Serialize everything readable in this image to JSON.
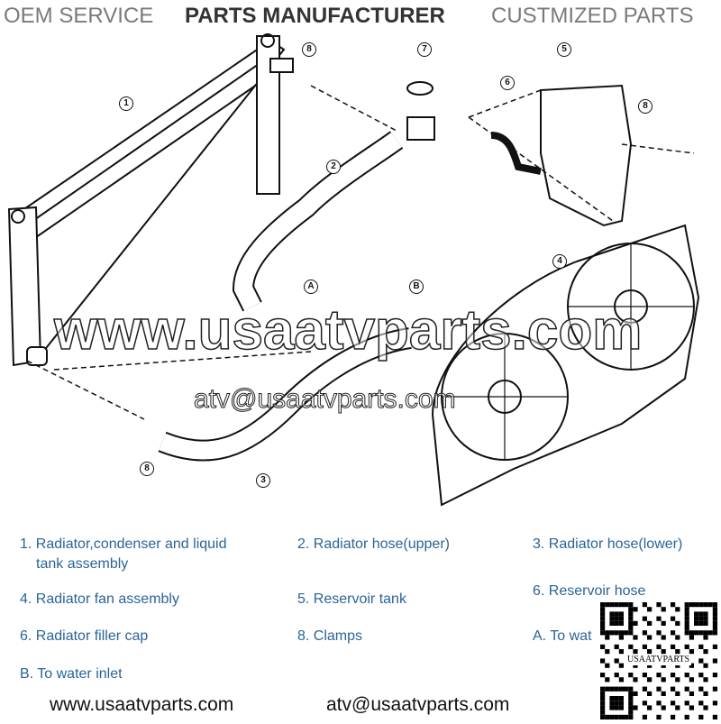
{
  "header": {
    "left": "OEM SERVICE",
    "center": "PARTS MANUFACTURER",
    "right": "CUSTMIZED PARTS"
  },
  "callouts": [
    "1",
    "8",
    "7",
    "6",
    "5",
    "8",
    "2",
    "4",
    "A",
    "B",
    "8",
    "3"
  ],
  "watermark": {
    "url": "www.usaatvparts.com",
    "email": "atv@usaatvparts.com"
  },
  "legend": [
    "1. Radiator,condenser and liquid",
    "tank assembly",
    "2. Radiator hose(upper)",
    "3. Radiator hose(lower)",
    "4. Radiator fan assembly",
    "5. Reservoir tank",
    "6. Reservoir hose",
    "6. Radiator filler cap",
    "8. Clamps",
    "A. To wat",
    "B. To water inlet"
  ],
  "footer": {
    "website": "www.usaatvparts.com",
    "email": "atv@usaatvparts.com"
  },
  "qr_label": "USAATVPARTS",
  "colors": {
    "legend": "#2a6496"
  }
}
